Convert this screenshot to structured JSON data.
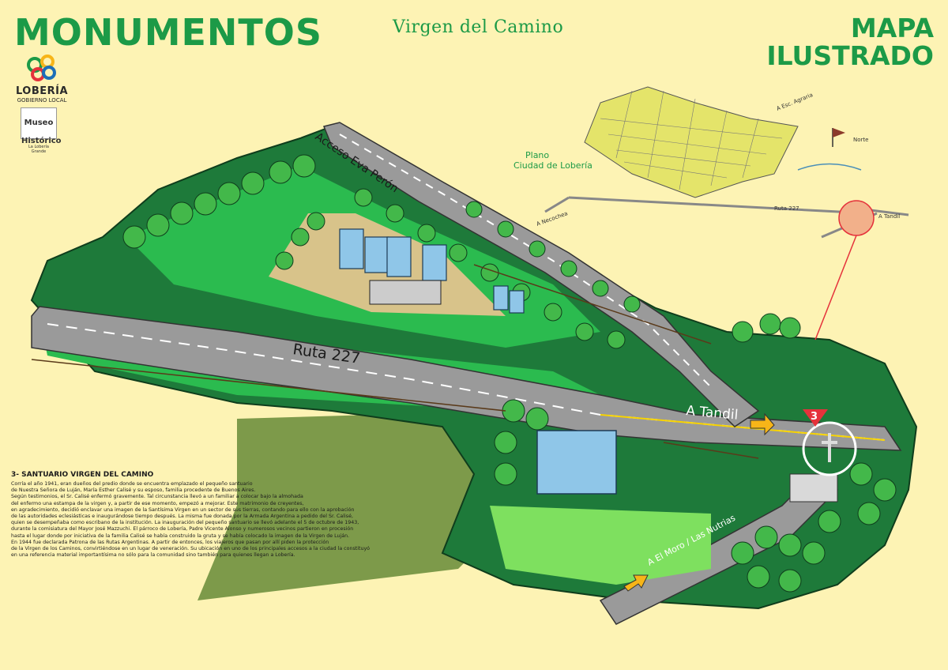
{
  "header": {
    "title": "MONUMENTOS",
    "subtitle": "Virgen del Camino",
    "map_title_line1": "MAPA",
    "map_title_line2": "ILUSTRADO"
  },
  "logo": {
    "name": "LOBERÍA",
    "subtitle": "GOBIERNO LOCAL"
  },
  "museum_logo": {
    "line1": "Museo",
    "line2": "Histórico",
    "line3": "La Lobería Grande"
  },
  "city_plan": {
    "title_line1": "Plano",
    "title_line2": "Ciudad de Lobería",
    "north_label": "Norte",
    "to_necochea": "A Necochea",
    "to_tandil": "A Tandil",
    "route": "Ruta 227",
    "to_agraria": "A Esc. Agraria"
  },
  "map_labels": {
    "access_road": "Acceso Eva Perón",
    "route": "Ruta 227",
    "to_tandil": "A Tandil",
    "to_el_moro": "A El Moro / Las Nutrias",
    "site_number": "3"
  },
  "description": {
    "heading": "3- SANTUARIO VIRGEN DEL CAMINO",
    "body": "Corría el año 1941, eran dueños del predio donde se encuentra emplazado el pequeño santuario\nde Nuestra Señora de Luján, María Esther Calisé y su esposo, familia procedente de Buenos Aires.\nSegún testimonios, el Sr. Calisé enfermó gravemente. Tal circunstancia llevó a un familiar a colocar bajo la almohada\ndel enfermo una estampa de la virgen y, a partir de ese momento, empezó a mejorar. Este matrimonio de creyentes,\nen agradecimiento, decidió enclavar una imagen de la Santísima Virgen en un sector de sus tierras, contando para ello con la aprobación\nde las autoridades eclesiásticas e inaugurándose tiempo después. La misma fue donada por la Armada Argentina a pedido del Sr. Calisé,\nquien se desempeñaba como escribano de la institución. La inauguración del pequeño santuario se llevó adelante el 5 de octubre de 1943,\ndurante la comisiatura del Mayor José Mazzuchi. El párroco de Lobería, Padre Vicente Alonso y numerosos vecinos partieron en procesión\nhasta el lugar donde por iniciativa de la familia Calisé se había construido la gruta y se había colocado la imagen de la Virgen de Luján.\nEn 1944 fue declarada Patrona de las Rutas Argentinas. A partir de entonces, los viajeros que pasan por allí piden la protección\nde la Virgen de los Caminos, convirtiéndose en un lugar de veneración. Su ubicación en uno de los principales accesos a la ciudad la constituyó\nen una referencia material importantísima no sólo para la comunidad sino también para quienes llegan a Lobería."
  },
  "colors": {
    "background": "#fdf3b4",
    "title_green": "#1c9a47",
    "grass_dark": "#1e7a3a",
    "grass_light": "#2bbb4f",
    "road": "#9a9a9a",
    "marker_red": "#e5323b",
    "arrow_yellow": "#f7b518"
  }
}
